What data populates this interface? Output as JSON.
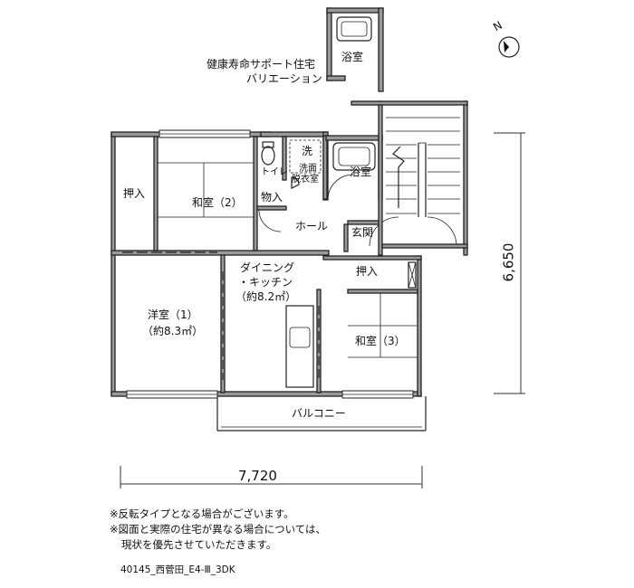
{
  "variation": {
    "bath": "浴室",
    "caption_line1": "健康寿命サポート住宅",
    "caption_line2": "バリエーション"
  },
  "rooms": {
    "oshiire_left": "押入",
    "washitsu_2": "和室（2）",
    "toilet": "トイレ",
    "sen": "洗",
    "senmen_1": "洗面",
    "senmen_2": "脱衣室",
    "bath": "浴室",
    "monoire": "物入",
    "hall": "ホール",
    "genkan": "玄関",
    "dk_1": "ダイニング",
    "dk_2": "・キッチン",
    "dk_3": "（約8.2㎡）",
    "oshiire_right": "押入",
    "youshitsu_1": "洋室（1）",
    "youshitsu_2": "（約8.3㎡）",
    "washitsu_3": "和室（3）",
    "balcony": "バルコニー"
  },
  "dimensions": {
    "width": "7,720",
    "depth": "6,650"
  },
  "notes": {
    "line1": "※反転タイプとなる場合がございます。",
    "line2": "※図面と実際の住宅が異なる場合については、",
    "line3": "現状を優先させていただきます。"
  },
  "footer": {
    "code": "40145_西菅田_E4-Ⅲ_3DK"
  },
  "compass": {
    "label": "N"
  }
}
